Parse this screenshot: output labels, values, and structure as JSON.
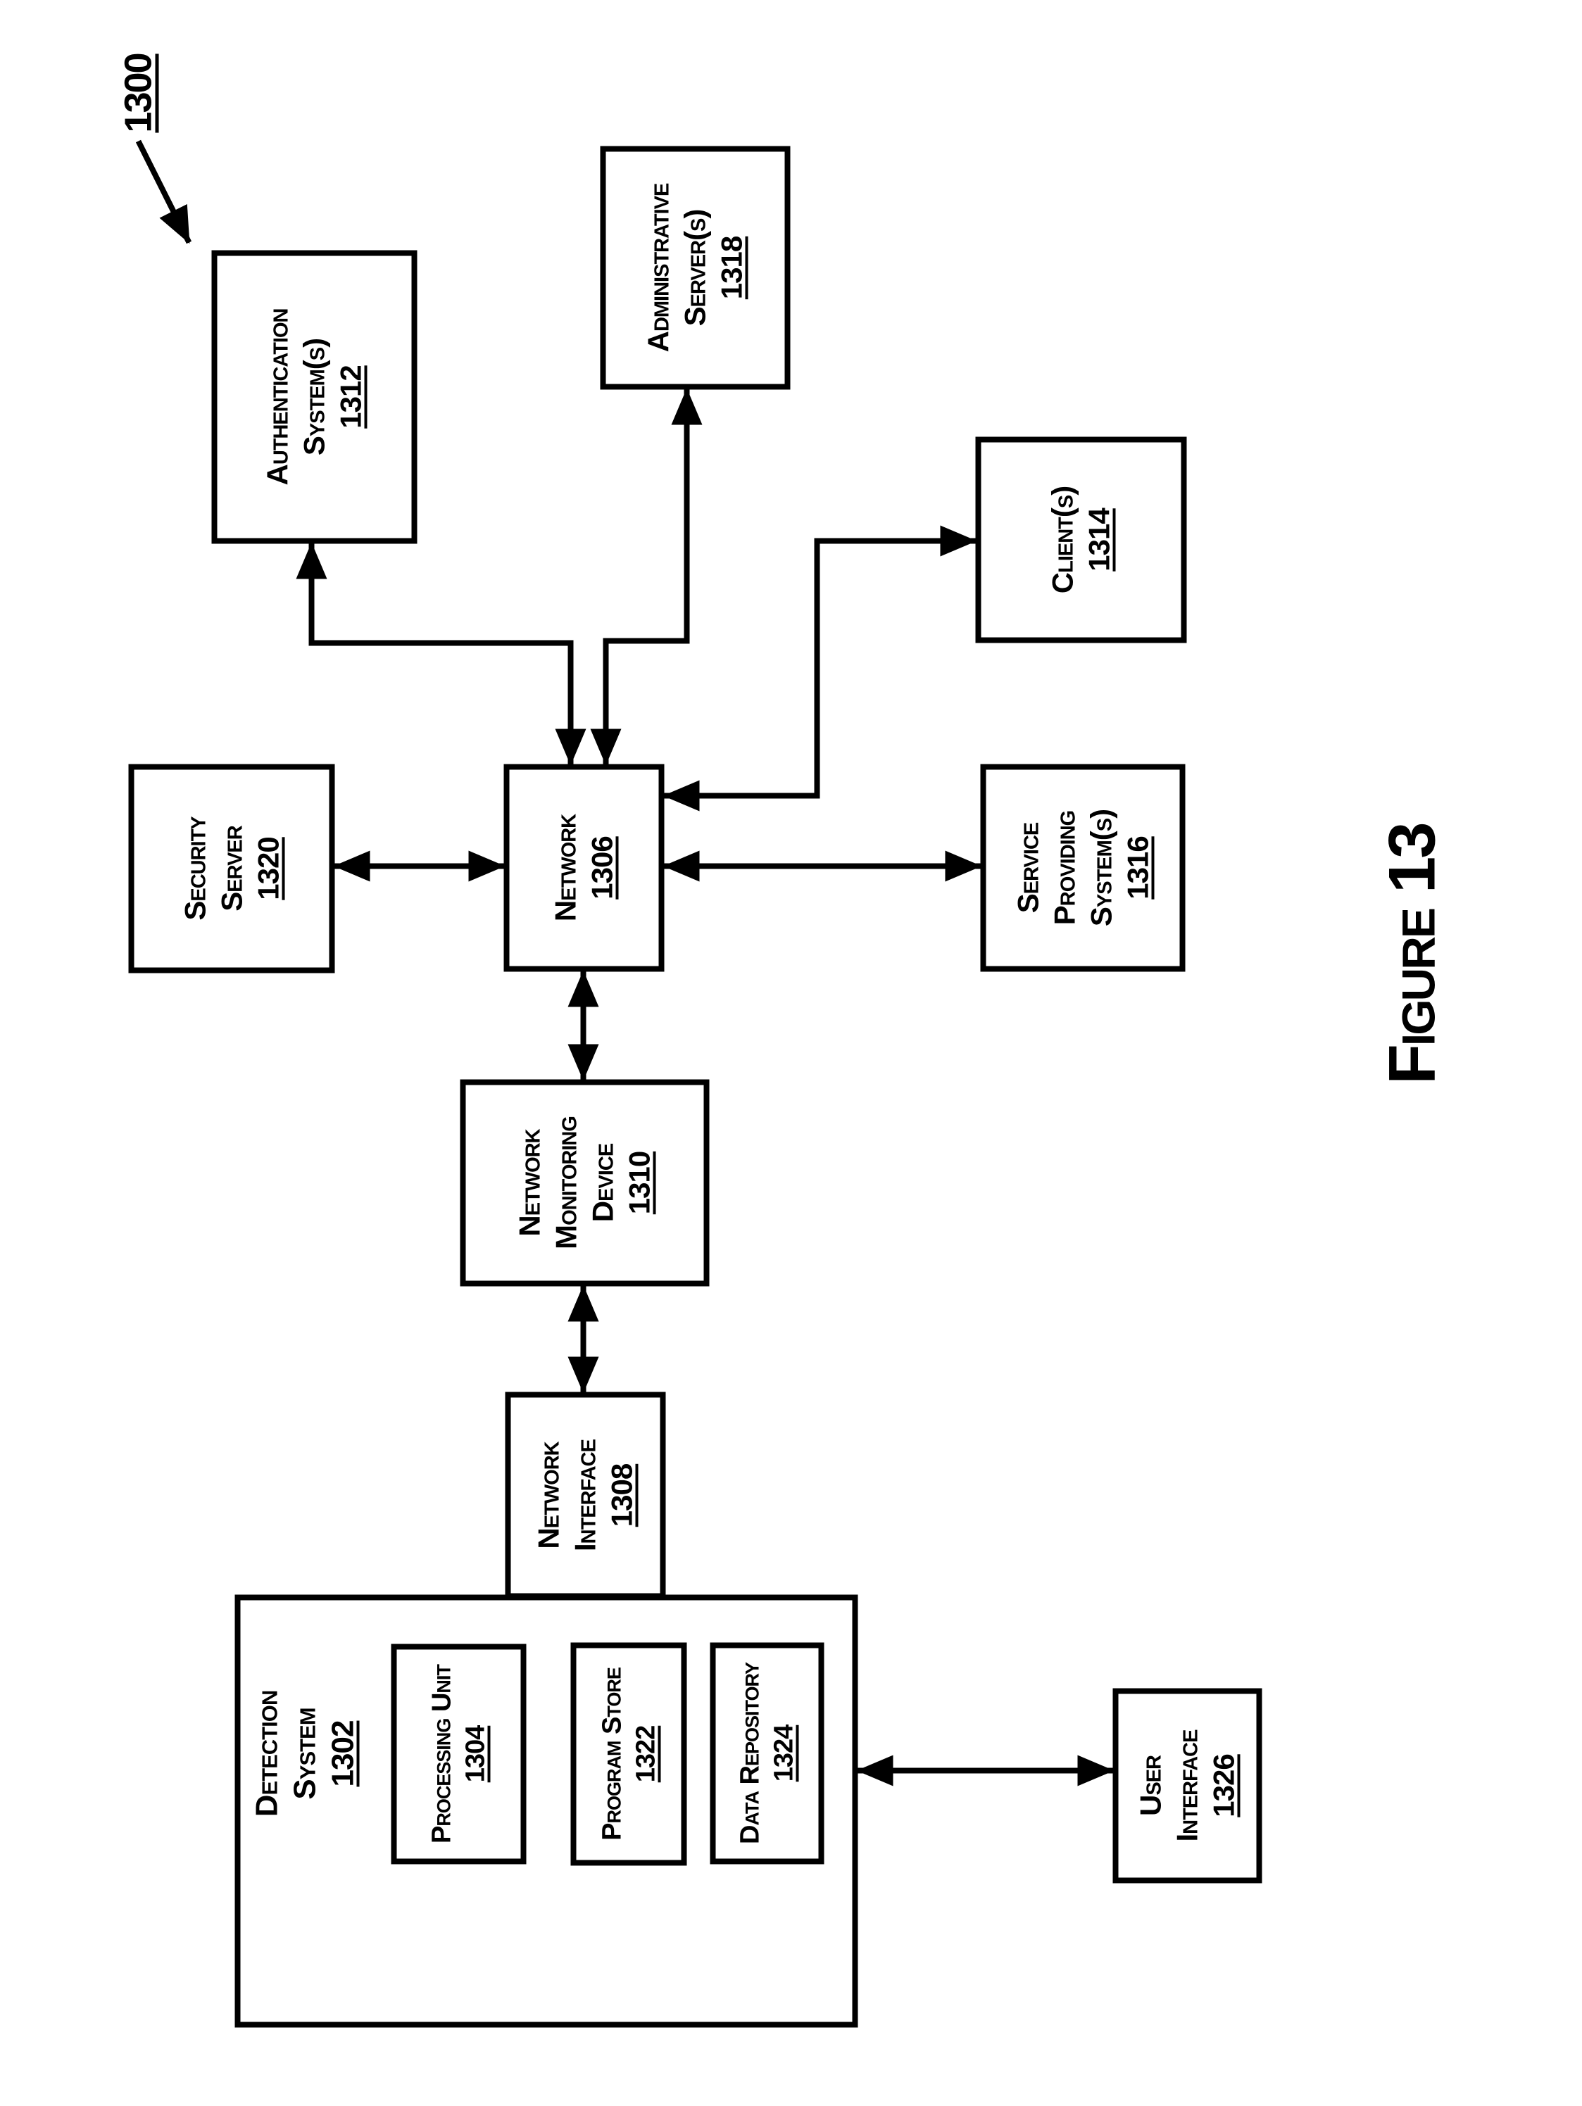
{
  "colors": {
    "ink": "#000000",
    "paper": "#ffffff"
  },
  "figure": {
    "reference": "1300",
    "caption": "Figure 13"
  },
  "nodes": {
    "authentication_system": {
      "lines": [
        "Authentication",
        "System(s)"
      ],
      "ref": "1312"
    },
    "administrative_server": {
      "lines": [
        "Administrative",
        "Server(s)"
      ],
      "ref": "1318"
    },
    "client": {
      "lines": [
        "Client(s)"
      ],
      "ref": "1314"
    },
    "security_server": {
      "lines": [
        "Security",
        "Server"
      ],
      "ref": "1320"
    },
    "network": {
      "lines": [
        "Network"
      ],
      "ref": "1306"
    },
    "service_providing_system": {
      "lines": [
        "Service",
        "Providing",
        "System(s)"
      ],
      "ref": "1316"
    },
    "network_monitoring_device": {
      "lines": [
        "Network",
        "Monitoring",
        "Device"
      ],
      "ref": "1310"
    },
    "network_interface": {
      "lines": [
        "Network",
        "Interface"
      ],
      "ref": "1308"
    },
    "detection_system": {
      "lines": [
        "Detection System"
      ],
      "ref": "1302"
    },
    "processing_unit": {
      "lines": [
        "Processing Unit"
      ],
      "ref": "1304"
    },
    "program_store": {
      "lines": [
        "Program Store"
      ],
      "ref": "1322"
    },
    "data_repository": {
      "lines": [
        "Data Repository"
      ],
      "ref": "1324"
    },
    "user_interface": {
      "lines": [
        "User",
        "Interface"
      ],
      "ref": "1326"
    }
  }
}
